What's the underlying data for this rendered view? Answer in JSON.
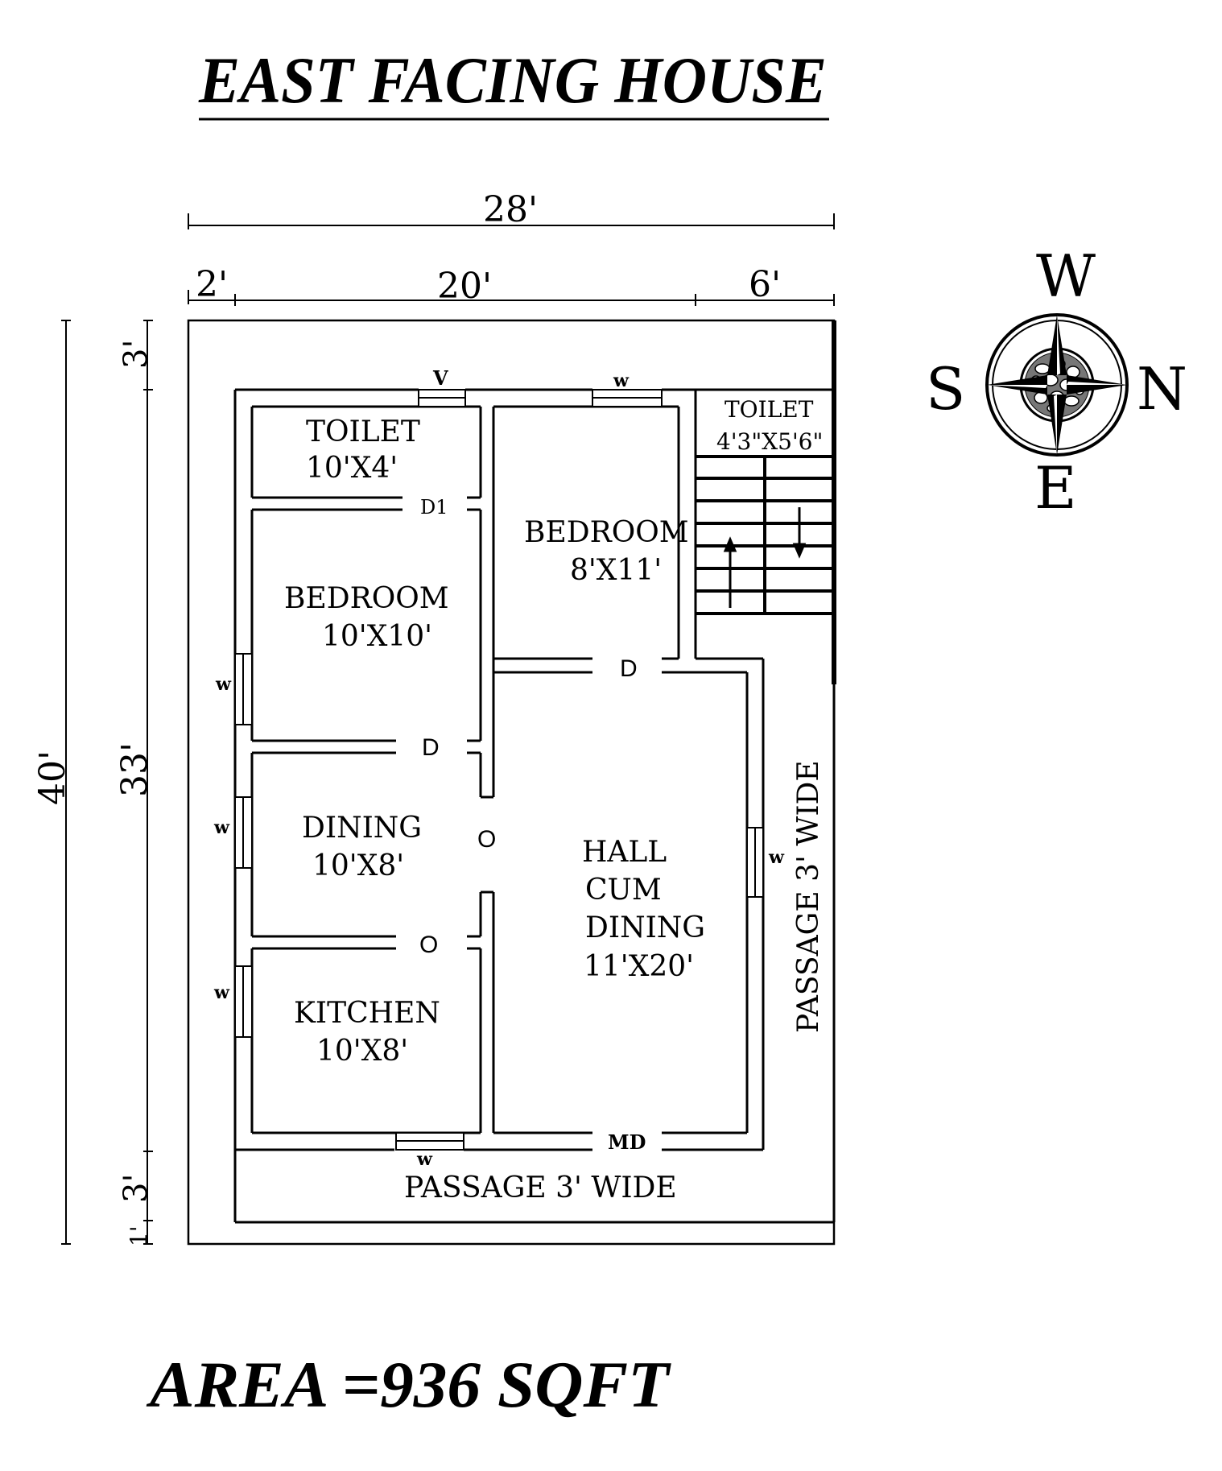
{
  "title": "EAST FACING HOUSE",
  "area": "AREA =936 SQFT",
  "dimensions": {
    "total_width": "28'",
    "left_setback": "2'",
    "inner_width": "20'",
    "right_width": "6'",
    "total_depth": "40'",
    "top_setback": "3'",
    "inner_depth": "33'",
    "bottom_passage": "3'",
    "bottom_margin": "1'"
  },
  "compass": {
    "top": "W",
    "left": "S",
    "right": "N",
    "bottom": "E"
  },
  "rooms": {
    "toilet_main": {
      "name": "TOILET",
      "size": "10'X4'"
    },
    "bedroom_left": {
      "name": "BEDROOM",
      "size": "10'X10'"
    },
    "bedroom_right": {
      "name": "BEDROOM",
      "size": "8'X11'"
    },
    "toilet_small": {
      "name": "TOILET",
      "size": "4'3\"X5'6\""
    },
    "dining": {
      "name": "DINING",
      "size": "10'X8'"
    },
    "kitchen": {
      "name": "KITCHEN",
      "size": "10'X8'"
    },
    "hall": {
      "line1": "HALL",
      "line2": "CUM",
      "line3": "DINING",
      "size": "11'X20'"
    }
  },
  "passages": {
    "bottom": "PASSAGE 3' WIDE",
    "right": "PASSAGE 3' WIDE"
  },
  "openings": {
    "ventilator": "V",
    "window": "w",
    "door": "D",
    "door_toilet": "D1",
    "opening": "O",
    "main_door": "MD"
  }
}
